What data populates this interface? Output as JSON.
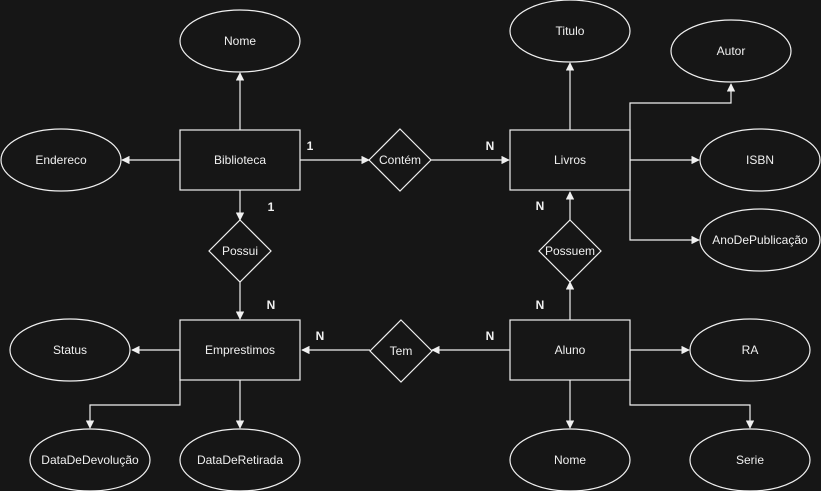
{
  "entities": {
    "biblioteca": "Biblioteca",
    "livros": "Livros",
    "emprestimos": "Emprestimos",
    "aluno": "Aluno"
  },
  "relationships": {
    "contem": "Contém",
    "possui": "Possui",
    "possuem": "Possuem",
    "tem": "Tem"
  },
  "attributes": {
    "nome_biblioteca": "Nome",
    "endereco": "Endereco",
    "titulo": "Titulo",
    "autor": "Autor",
    "isbn": "ISBN",
    "ano_publicacao": "AnoDePublicação",
    "status": "Status",
    "data_devolucao": "DataDeDevolução",
    "data_retirada": "DataDeRetirada",
    "ra": "RA",
    "nome_aluno": "Nome",
    "serie": "Serie"
  },
  "cardinalities": {
    "biblioteca_contem": "1",
    "contem_livros": "N",
    "biblioteca_possui": "1",
    "possui_emprestimos": "N",
    "livros_possuem": "N",
    "possuem_aluno": "N",
    "tem_emprestimos": "N",
    "aluno_tem": "N"
  },
  "colors": {
    "background": "#161616",
    "stroke": "#f0f0f0",
    "text": "#f0f0f0"
  }
}
